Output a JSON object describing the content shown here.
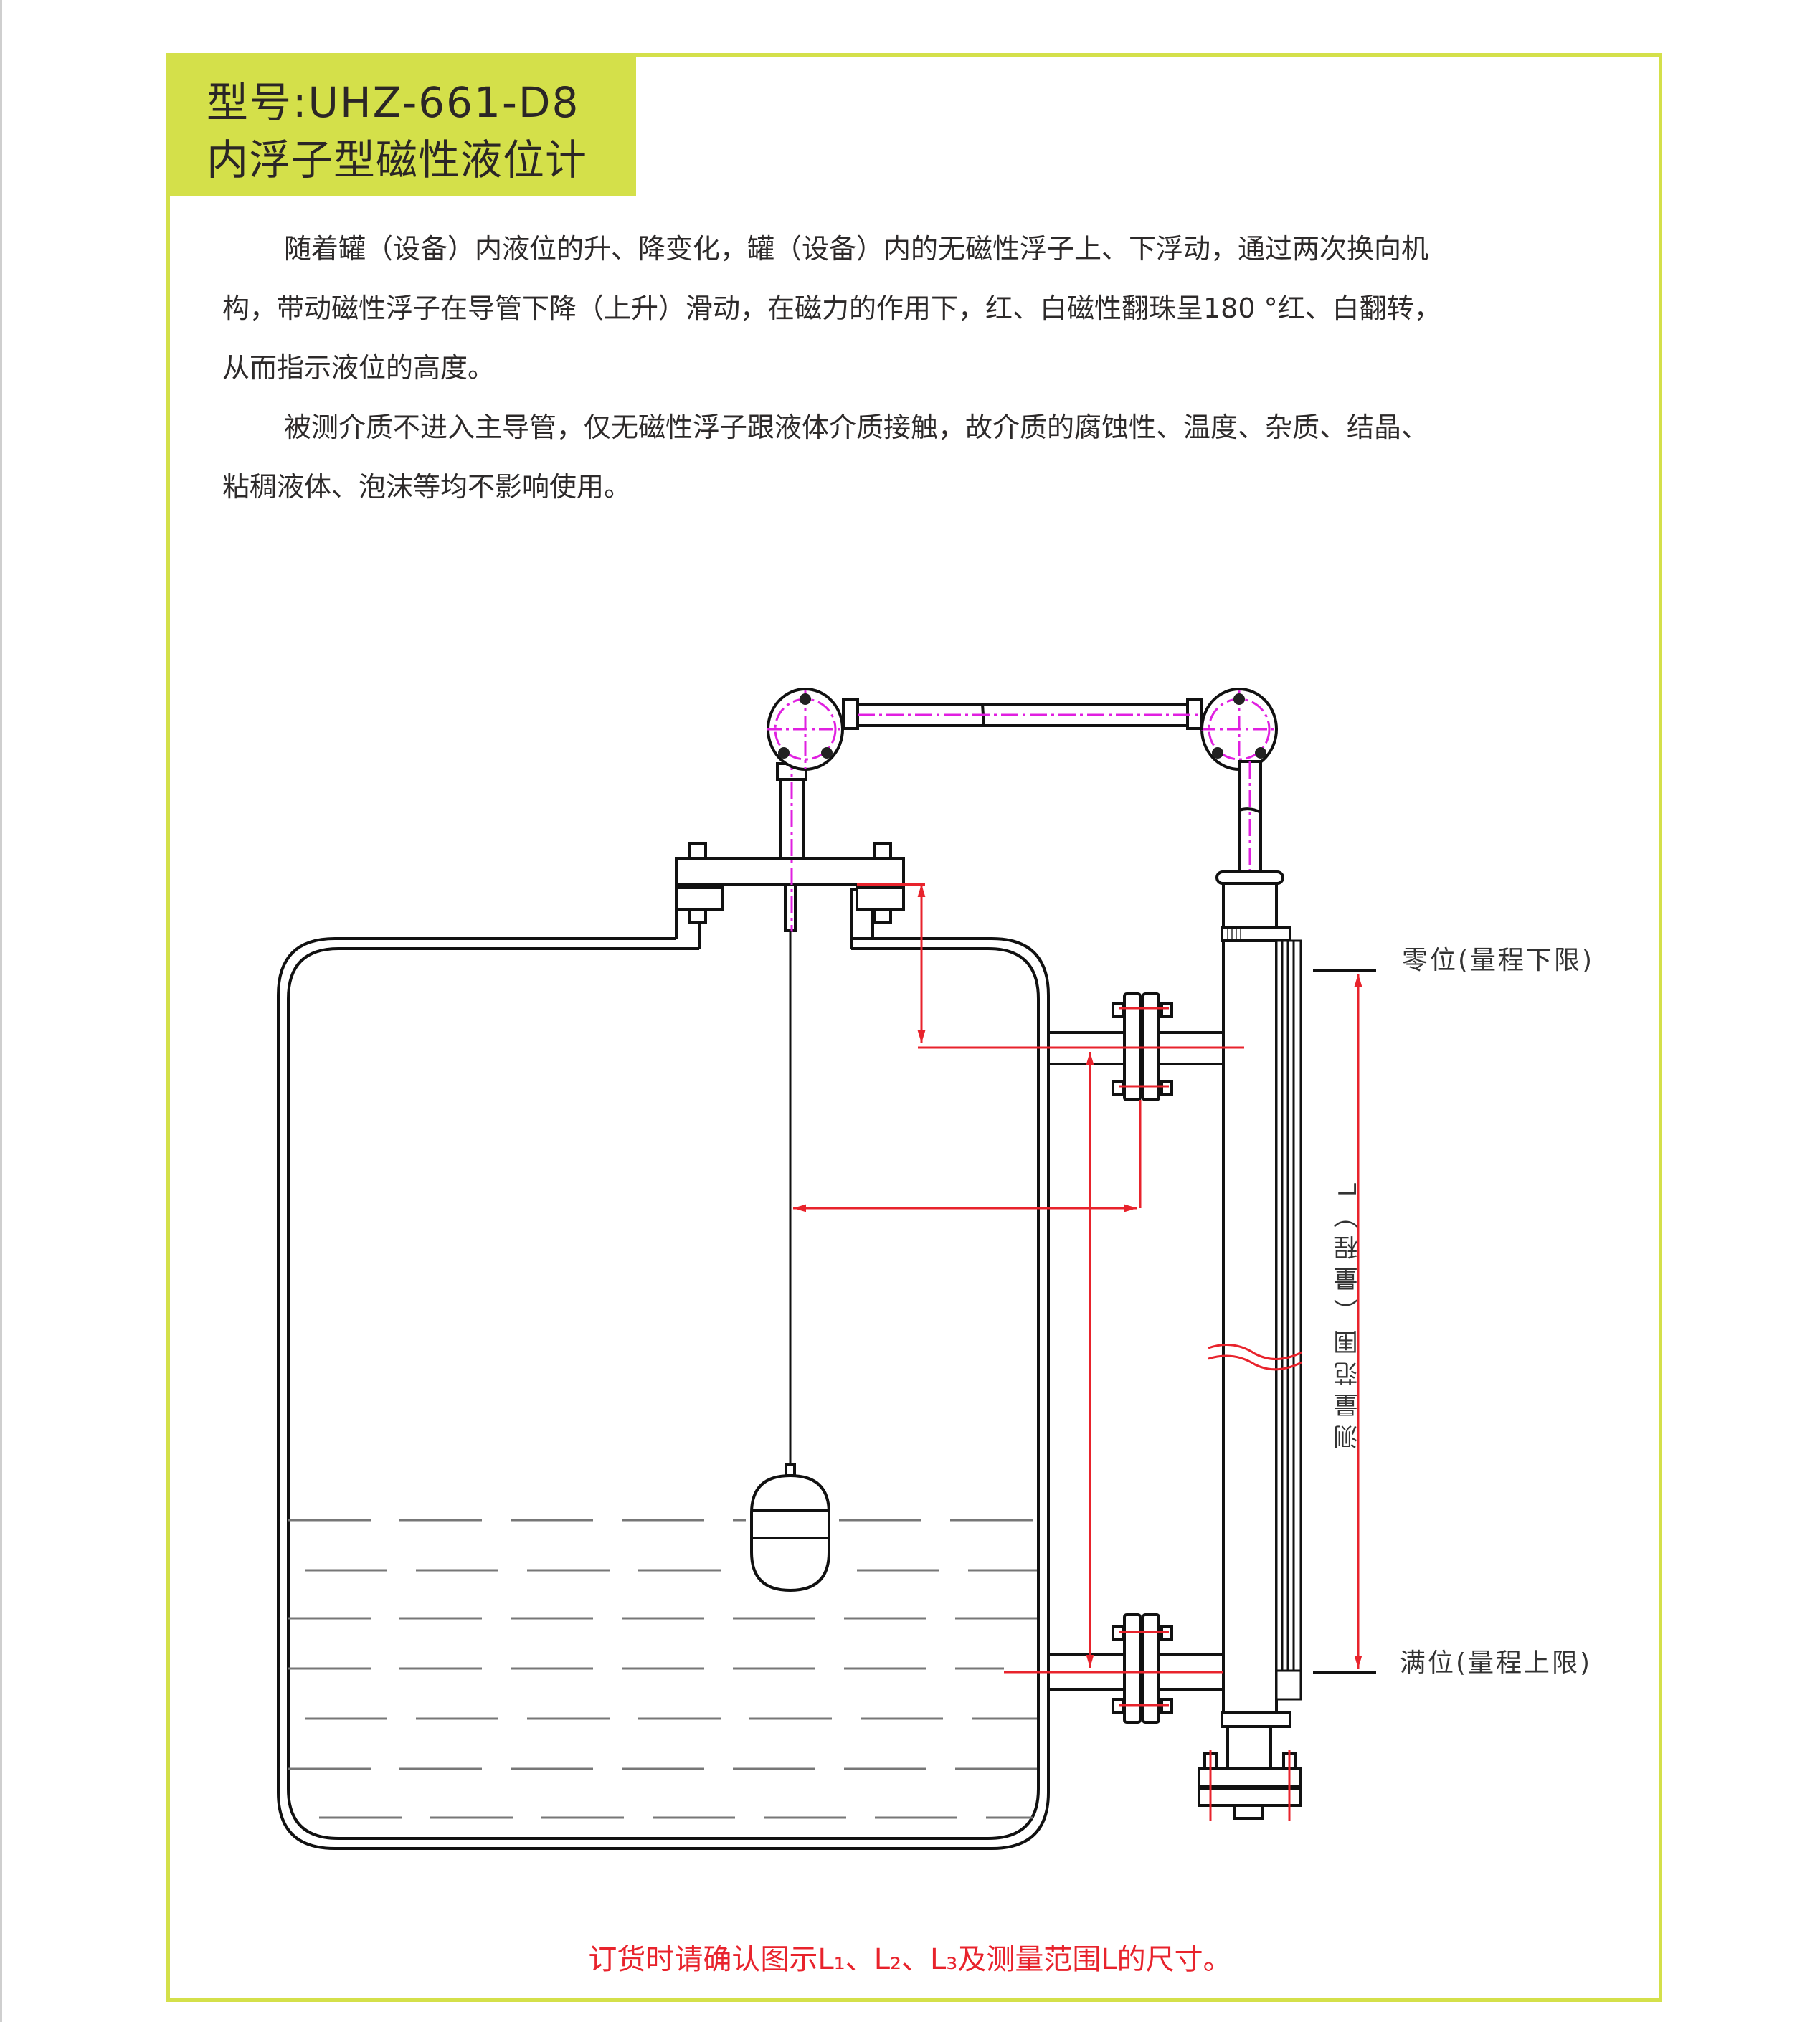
{
  "title": {
    "model_line": "型号:UHZ-661-D8",
    "product_name": "内浮子型磁性液位计"
  },
  "description": {
    "paragraph_1_lines": [
      "随着罐（设备）内液位的升、降变化，罐（设备）内的无磁性浮子上、下浮动，通过两次换向机",
      "构，带动磁性浮子在导管下降（上升）滑动，在磁力的作用下，红、白磁性翻珠呈180 °红、白翻转，",
      "从而指示液位的高度。"
    ],
    "paragraph_2_lines": [
      "被测介质不进入主导管，仅无磁性浮子跟液体介质接触，故介质的腐蚀性、温度、杂质、结晶、",
      "粘稠液体、泡沫等均不影响使用。"
    ]
  },
  "diagram": {
    "zero_level_label": "零位(量程下限)",
    "full_level_label": "满位(量程上限)",
    "range_label": "测量范围（量程）L",
    "components": [
      "tank",
      "top-flange-nozzle",
      "float-rod",
      "inner-float",
      "junction-box-left",
      "junction-box-right",
      "bridge-pipe",
      "main-guide-tube",
      "flip-indicator-strip",
      "upper-side-flange",
      "lower-side-flange",
      "bottom-drain-flange",
      "liquid-level-lines",
      "dimension-arrows"
    ]
  },
  "note": "订货时请确认图示L₁、L₂、L₃及测量范围L的尺寸。",
  "colors": {
    "accent_green": "#d4e04a",
    "dimension_red": "#e8232c",
    "centerline_magenta": "#e020e0",
    "text_dark": "#2d2a2a"
  }
}
